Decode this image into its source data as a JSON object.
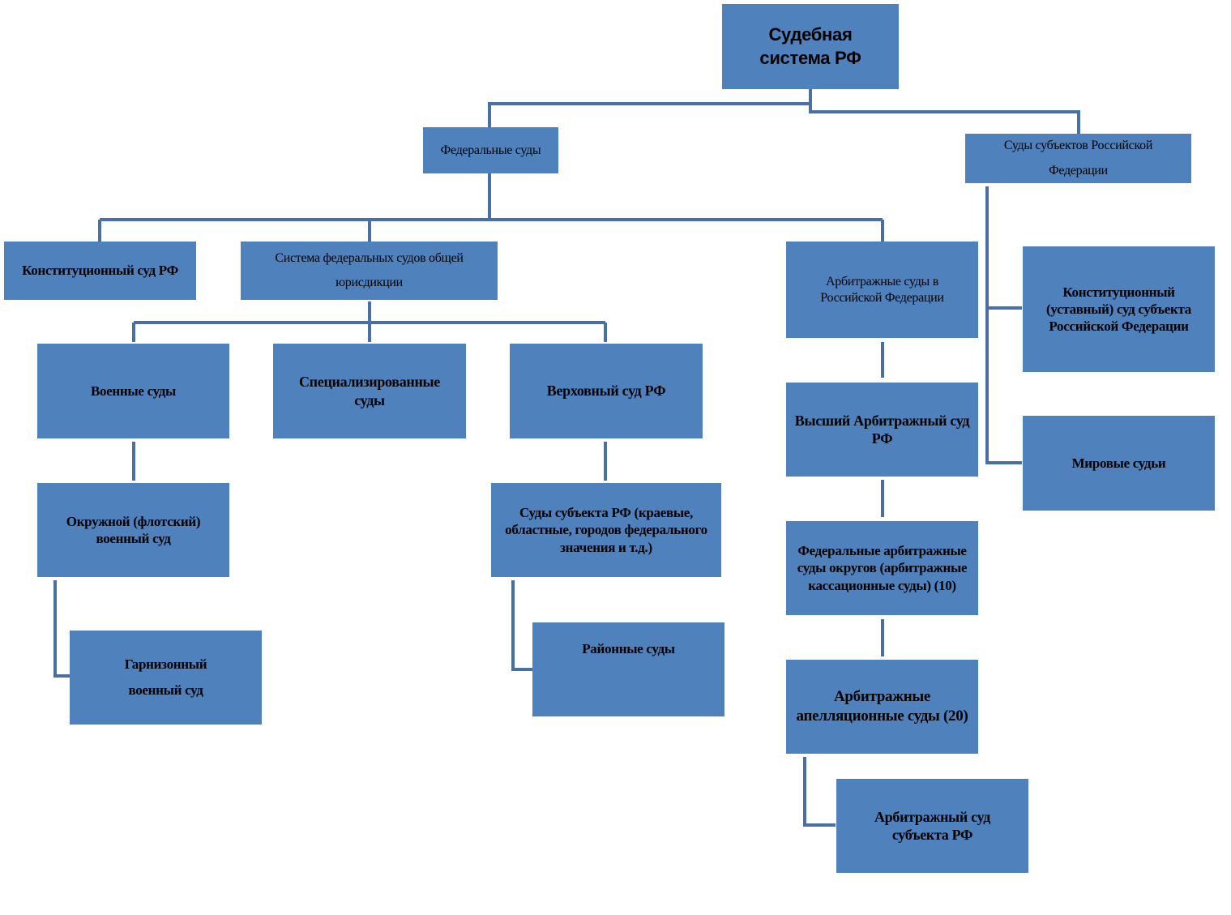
{
  "diagram": {
    "colors": {
      "box": "#4f81bd",
      "line": "#4a6fa5",
      "text": "#000000"
    },
    "nodes": {
      "root": "Судебная система РФ",
      "federal": "Федеральные суды",
      "subjects": "Суды субъектов Российской Федерации",
      "constitutional": "Конституционный суд РФ",
      "general_jurisdiction": "Система федеральных судов общей юрисдикции",
      "arbitration_rf": "Арбитражные суды в Российской Федерации",
      "constitutional_subject": "Конституционный (уставный) суд субъекта Российской Федерации",
      "justices_of_peace": "Мировые судьи",
      "military": "Военные суды",
      "specialized": "Специализированные суды",
      "supreme": "Верховный суд РФ",
      "higher_arbitration": "Высший Арбитражный суд РФ",
      "district_military": "Окружной (флотский) военный суд",
      "subject_courts": "Суды субъекта РФ (краевые, областные, городов федерального значения и т.д.)",
      "federal_arbitration_districts": "Федеральные арбитражные суды округов  (арбитражные кассационные суды) (10)",
      "garrison": "Гарнизонный военный суд",
      "regional": "Районные суды",
      "appeal_arbitration": "Арбитражные апелляционные суды (20)",
      "arbitration_subject": "Арбитражный суд субъекта РФ"
    }
  }
}
